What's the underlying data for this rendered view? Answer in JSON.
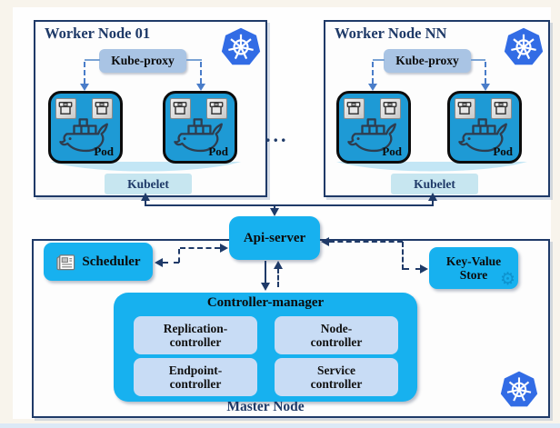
{
  "colors": {
    "accent-blue": "#17b1ef",
    "pod-blue": "#1e9ad5",
    "kube-proxy-fill": "#a9c4e4",
    "kubelet-fill": "#c7e6f0",
    "controller-fill": "#c8dcf5",
    "navy": "#1f3a68",
    "kubernetes-blue": "#326ce5",
    "arrow-blue": "#4a7dc9",
    "canvas-cream": "#f8f4ec"
  },
  "worker_nodes": [
    {
      "title": "Worker Node 01",
      "kube_proxy_label": "Kube-proxy",
      "kubelet_label": "Kubelet",
      "pods": [
        {
          "label": "Pod"
        },
        {
          "label": "Pod"
        }
      ]
    },
    {
      "title": "Worker Node NN",
      "kube_proxy_label": "Kube-proxy",
      "kubelet_label": "Kubelet",
      "pods": [
        {
          "label": "Pod"
        },
        {
          "label": "Pod"
        }
      ]
    }
  ],
  "ellipsis": "...",
  "api_server_label": "Api-server",
  "master_node": {
    "title": "Master Node",
    "scheduler_label": "Scheduler",
    "key_value_store_label": "Key-Value Store",
    "controller_manager": {
      "title": "Controller-manager",
      "controllers": [
        {
          "line1": "Replication-",
          "line2": "controller"
        },
        {
          "line1": "Node-",
          "line2": "controller"
        },
        {
          "line1": "Endpoint-",
          "line2": "controller"
        },
        {
          "line1": "Service",
          "line2": "controller"
        }
      ]
    }
  }
}
